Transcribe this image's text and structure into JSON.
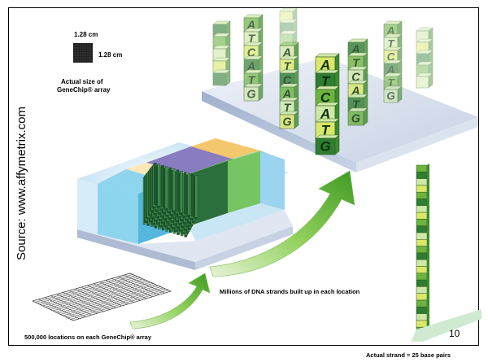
{
  "labels": {
    "chip_width": "1.28 cm",
    "chip_height": "1.28 cm",
    "actual_size": "Actual size of",
    "actual_size_2": "GeneChip® array",
    "source": "Source: www.affymetrix.com",
    "strands": "Millions of DNA strands built up in each location",
    "locations": "500,000 locations on each GeneChip® array",
    "strand_length": "Actual strand = 25 base pairs",
    "page_number": "10"
  },
  "bases": [
    "A",
    "T",
    "C",
    "A",
    "T",
    "G"
  ],
  "colors": {
    "dark_green": "#2e7d32",
    "mid_green": "#6cb33f",
    "light_green": "#cfe8a8",
    "yellow_green": "#d9e86a",
    "cyan": "#6ed0ea",
    "purple": "#7a6bb3",
    "orange": "#f0b84a",
    "steel": "#b8c6dd",
    "arrow": "#5cb533"
  }
}
